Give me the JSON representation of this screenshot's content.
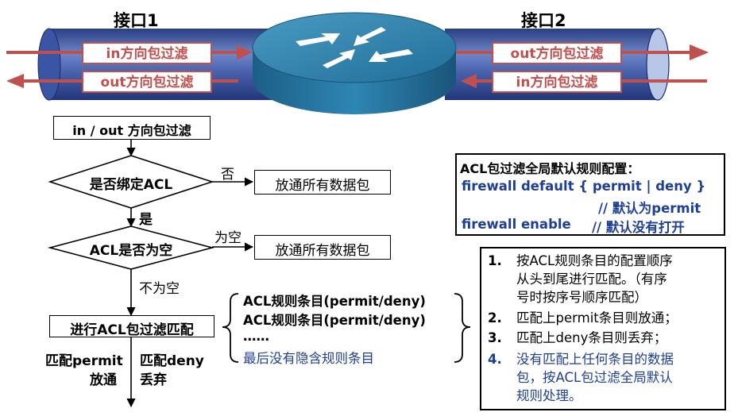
{
  "router": {
    "interface1_label": "接口1",
    "interface2_label": "接口2",
    "if1_in": "in方向包过滤",
    "if1_out": "out方向包过滤",
    "if2_out": "out方向包过滤",
    "if2_in": "in方向包过滤"
  },
  "flowchart": {
    "start": "in / out 方向包过滤",
    "decision1": "是否绑定ACL",
    "decision1_no": "否",
    "decision1_yes": "是",
    "pass1": "放通所有数据包",
    "decision2": "ACL是否为空",
    "decision2_empty": "为空",
    "decision2_notempty": "不为空",
    "pass2": "放通所有数据包",
    "process": "进行ACL包过滤匹配",
    "match_permit": "匹配permit",
    "permit_action": "放通",
    "match_deny": "匹配deny",
    "deny_action": "丢弃"
  },
  "rule_list": {
    "entries": [
      "ACL规则条目(permit/deny)",
      "ACL规则条目(permit/deny)",
      "……"
    ],
    "last": "最后没有隐含规则条目"
  },
  "config_box": {
    "title": "ACL包过滤全局默认规则配置：",
    "cmd1": "firewall default  { permit | deny }",
    "comment1": "// 默认为permit",
    "cmd2": "firewall enable",
    "comment2": "// 默认没有打开"
  },
  "steps": [
    {
      "num": "1.",
      "lines": [
        "按ACL规则条目的配置顺序",
        "从头到尾进行匹配。（有序",
        "号时按序号顺序匹配）"
      ]
    },
    {
      "num": "2.",
      "lines": [
        "匹配上permit条目则放通；"
      ]
    },
    {
      "num": "3.",
      "lines": [
        "匹配上deny条目则丢弃；"
      ]
    },
    {
      "num": "4.",
      "lines": [
        "没有匹配上任何条目的数据",
        "包，按ACL包过滤全局默认",
        "规则处理。"
      ]
    }
  ],
  "colors": {
    "pipe_blue": "#3f5aa8",
    "router_teal": "#2f7fa8",
    "arrow_red": "#c0504d",
    "text_blue": "#1f3f96"
  }
}
